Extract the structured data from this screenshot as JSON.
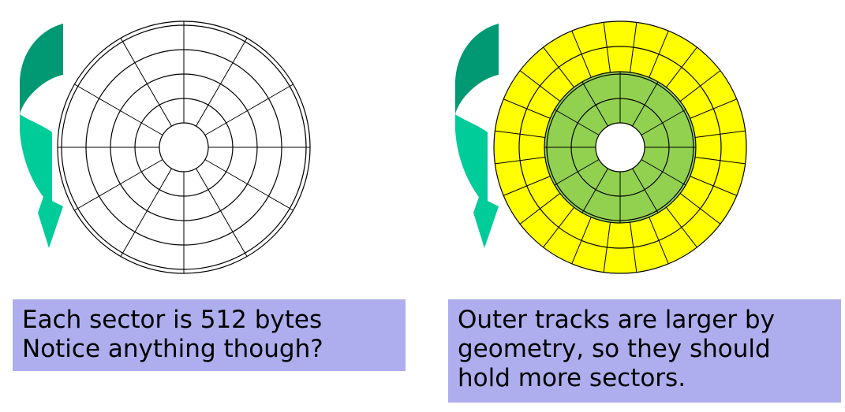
{
  "colors": {
    "arrow_dark": "#009973",
    "arrow_light": "#00cc99",
    "track_outer_fill": "#ffff00",
    "track_inner_fill": "#92d050",
    "caption_bg": "#aeaeee",
    "stroke": "#000000"
  },
  "icons": {
    "left_arrow": "curved-rotation-arrow-icon",
    "right_arrow": "curved-rotation-arrow-icon"
  },
  "disks": {
    "left": {
      "tracks": 5,
      "sectors_per_track": [
        12,
        12,
        12,
        12,
        12
      ],
      "fill": "none"
    },
    "right": {
      "tracks": 5,
      "sectors_per_track": [
        12,
        12,
        12,
        24,
        24
      ],
      "track_fills": [
        "green",
        "green",
        "green",
        "yellow",
        "yellow"
      ]
    }
  },
  "captions": {
    "left": {
      "line1": "Each sector is 512 bytes",
      "line2": "Notice anything though?"
    },
    "right": {
      "line1": "Outer tracks are larger by",
      "line2": "geometry, so they should",
      "line3": "hold more sectors."
    }
  }
}
